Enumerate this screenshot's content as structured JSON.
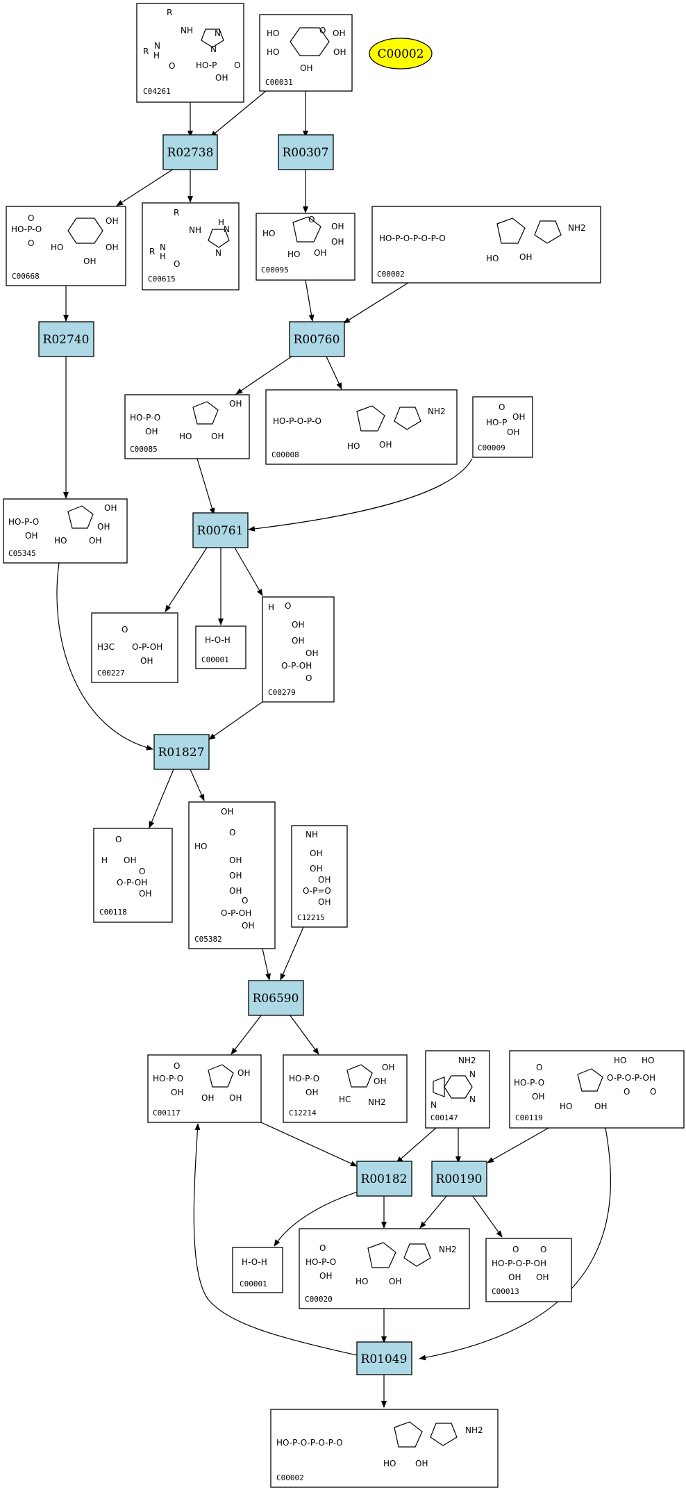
{
  "highlight": {
    "label": "C00002",
    "color": "#ffff00"
  },
  "reactions": {
    "R02738": "R02738",
    "R00307": "R00307",
    "R02740": "R02740",
    "R00760": "R00760",
    "R00761": "R00761",
    "R01827": "R01827",
    "R06590": "R06590",
    "R00182": "R00182",
    "R00190": "R00190",
    "R01049": "R01049"
  },
  "compounds": {
    "C04261": {
      "id": "C04261",
      "formula": "R-C(=O)-NH-CH(CH2-imidazole)-C(=O)-NH-R ; N-P(O)(OH)2"
    },
    "C00031": {
      "id": "C00031",
      "formula": "HO, OH, OH, OH (glucopyranose)"
    },
    "C00668": {
      "id": "C00668",
      "formula": "HO-P(O)(O)-O ; HO OH OH OH"
    },
    "C00615": {
      "id": "C00615",
      "formula": "R-C(=O)-NH ; imidazole H-N"
    },
    "C00095": {
      "id": "C00095",
      "formula": "HO OH OH OH (fructofuranose)"
    },
    "C00002a": {
      "id": "C00002",
      "formula": "HO-P-O-P-O-P-O ; NH2 ; HO OH"
    },
    "C00085": {
      "id": "C00085",
      "formula": "HO-P-O ; OH OH OH"
    },
    "C00008": {
      "id": "C00008",
      "formula": "HO-P-O-P-O ; NH2 ; HO OH"
    },
    "C00009": {
      "id": "C00009",
      "formula": "HO-P(O)-OH ; OH"
    },
    "C05345": {
      "id": "C05345",
      "formula": "HO-P-O ; OH OH OH"
    },
    "C00227": {
      "id": "C00227",
      "formula": "H3C-C(=O)-O-P(O)-OH ; OH"
    },
    "C00001a": {
      "id": "C00001",
      "formula": "H-O-H"
    },
    "C00279": {
      "id": "C00279",
      "formula": "O= ; OH ; OH ; O-P(OH)(=O)-OH"
    },
    "C00118": {
      "id": "C00118",
      "formula": "H ; OH ; O-P-OH ; OH"
    },
    "C05382": {
      "id": "C05382",
      "formula": "OH ; HO ; OH ; OH ; OH ; O-P-OH"
    },
    "C12215": {
      "id": "C12215",
      "formula": "NH ; OH ; OH ; O-P(OH)=O"
    },
    "C00117": {
      "id": "C00117",
      "formula": "HO-P-O ; OH ; OH OH"
    },
    "C12214": {
      "id": "C12214",
      "formula": "HO-P-O ; OH OH ; HC NH2"
    },
    "C00147": {
      "id": "C00147",
      "formula": "NH2 ; adenine"
    },
    "C00119": {
      "id": "C00119",
      "formula": "HO-P-O ; O-P-O-P-OH ; HO OH"
    },
    "C00001b": {
      "id": "C00001",
      "formula": "H-O-H"
    },
    "C00020": {
      "id": "C00020",
      "formula": "HO-P-O ; NH2 ; HO OH"
    },
    "C00013": {
      "id": "C00013",
      "formula": "HO-P-O-P-OH ; OH OH"
    },
    "C00002b": {
      "id": "C00002",
      "formula": "HO-P-O-P-O-P-O ; NH2 ; HO OH"
    }
  },
  "fragments": {
    "R": "R",
    "NH": "NH",
    "N": "N",
    "H": "H",
    "HO": "HO",
    "OH": "OH",
    "O": "O",
    "P": "P",
    "NH2": "NH2",
    "H3C": "H3C",
    "HC": "HC",
    "Hplain": "H",
    "HOP": "HO-P",
    "OHPOH": "OH",
    "HOPO": "HO-P-O",
    "HOPOPOPO": "HO-P-O-P-O-P-O",
    "HOPOPO": "HO-P-O-P-O",
    "HOPOPOH": "HO-P-O-P-OH",
    "OPOPOH": "O-P-O-P-OH",
    "OPOH": "O-P-OH",
    "OPO": "O-P=O",
    "H3COPOH": "H3C",
    "HOH": "H-O-H"
  }
}
